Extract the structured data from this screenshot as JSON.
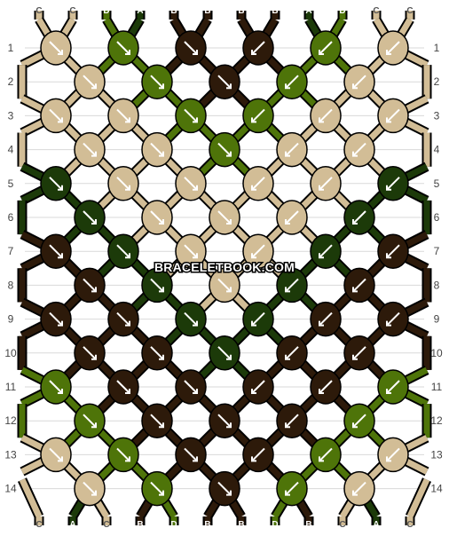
{
  "watermark": "BRACELETBOOK.COM",
  "colors": {
    "A": "#1c3a09",
    "B": "#2d1a0a",
    "C": "#d2bd96",
    "D": "#4e7409"
  },
  "letter_colors": {
    "A": "#ffffff",
    "B": "#ffffff",
    "C": "#ffffff",
    "D": "#ffffff"
  },
  "top_strands": [
    "C",
    "C",
    "D",
    "A",
    "B",
    "B",
    "B",
    "B",
    "A",
    "D",
    "C",
    "C"
  ],
  "bottom_strands": [
    "C",
    "A",
    "C",
    "B",
    "D",
    "B",
    "B",
    "D",
    "B",
    "C",
    "A",
    "C"
  ],
  "row_labels": [
    "1",
    "2",
    "3",
    "4",
    "5",
    "6",
    "7",
    "8",
    "9",
    "10",
    "11",
    "12",
    "13",
    "14"
  ],
  "knots": [
    [
      {
        "color": "C",
        "dir": "R"
      },
      {
        "color": "D",
        "dir": "R"
      },
      {
        "color": "B",
        "dir": "R"
      },
      {
        "color": "B",
        "dir": "L"
      },
      {
        "color": "D",
        "dir": "L"
      },
      {
        "color": "C",
        "dir": "L"
      }
    ],
    [
      {
        "color": "C",
        "dir": "R"
      },
      {
        "color": "D",
        "dir": "R"
      },
      {
        "color": "B",
        "dir": "R"
      },
      {
        "color": "D",
        "dir": "L"
      },
      {
        "color": "C",
        "dir": "L"
      }
    ],
    [
      {
        "color": "C",
        "dir": "R"
      },
      {
        "color": "C",
        "dir": "R"
      },
      {
        "color": "D",
        "dir": "R"
      },
      {
        "color": "D",
        "dir": "L"
      },
      {
        "color": "C",
        "dir": "L"
      },
      {
        "color": "C",
        "dir": "L"
      }
    ],
    [
      {
        "color": "C",
        "dir": "R"
      },
      {
        "color": "C",
        "dir": "R"
      },
      {
        "color": "D",
        "dir": "R"
      },
      {
        "color": "C",
        "dir": "L"
      },
      {
        "color": "C",
        "dir": "L"
      }
    ],
    [
      {
        "color": "A",
        "dir": "R"
      },
      {
        "color": "C",
        "dir": "R"
      },
      {
        "color": "C",
        "dir": "R"
      },
      {
        "color": "C",
        "dir": "L"
      },
      {
        "color": "C",
        "dir": "L"
      },
      {
        "color": "A",
        "dir": "L"
      }
    ],
    [
      {
        "color": "A",
        "dir": "R"
      },
      {
        "color": "C",
        "dir": "R"
      },
      {
        "color": "C",
        "dir": "R"
      },
      {
        "color": "C",
        "dir": "L"
      },
      {
        "color": "A",
        "dir": "L"
      }
    ],
    [
      {
        "color": "B",
        "dir": "R"
      },
      {
        "color": "A",
        "dir": "R"
      },
      {
        "color": "C",
        "dir": "R"
      },
      {
        "color": "C",
        "dir": "L"
      },
      {
        "color": "A",
        "dir": "L"
      },
      {
        "color": "B",
        "dir": "L"
      }
    ],
    [
      {
        "color": "B",
        "dir": "R"
      },
      {
        "color": "A",
        "dir": "R"
      },
      {
        "color": "C",
        "dir": "R"
      },
      {
        "color": "A",
        "dir": "L"
      },
      {
        "color": "B",
        "dir": "L"
      }
    ],
    [
      {
        "color": "B",
        "dir": "R"
      },
      {
        "color": "B",
        "dir": "R"
      },
      {
        "color": "A",
        "dir": "R"
      },
      {
        "color": "A",
        "dir": "L"
      },
      {
        "color": "B",
        "dir": "L"
      },
      {
        "color": "B",
        "dir": "L"
      }
    ],
    [
      {
        "color": "B",
        "dir": "R"
      },
      {
        "color": "B",
        "dir": "R"
      },
      {
        "color": "A",
        "dir": "R"
      },
      {
        "color": "B",
        "dir": "L"
      },
      {
        "color": "B",
        "dir": "L"
      }
    ],
    [
      {
        "color": "D",
        "dir": "R"
      },
      {
        "color": "B",
        "dir": "R"
      },
      {
        "color": "B",
        "dir": "R"
      },
      {
        "color": "B",
        "dir": "L"
      },
      {
        "color": "B",
        "dir": "L"
      },
      {
        "color": "D",
        "dir": "L"
      }
    ],
    [
      {
        "color": "D",
        "dir": "R"
      },
      {
        "color": "B",
        "dir": "R"
      },
      {
        "color": "B",
        "dir": "R"
      },
      {
        "color": "B",
        "dir": "L"
      },
      {
        "color": "D",
        "dir": "L"
      }
    ],
    [
      {
        "color": "C",
        "dir": "R"
      },
      {
        "color": "D",
        "dir": "R"
      },
      {
        "color": "B",
        "dir": "R"
      },
      {
        "color": "B",
        "dir": "L"
      },
      {
        "color": "D",
        "dir": "L"
      },
      {
        "color": "C",
        "dir": "L"
      }
    ],
    [
      {
        "color": "C",
        "dir": "R"
      },
      {
        "color": "D",
        "dir": "R"
      },
      {
        "color": "B",
        "dir": "R"
      },
      {
        "color": "D",
        "dir": "L"
      },
      {
        "color": "C",
        "dir": "L"
      }
    ]
  ]
}
